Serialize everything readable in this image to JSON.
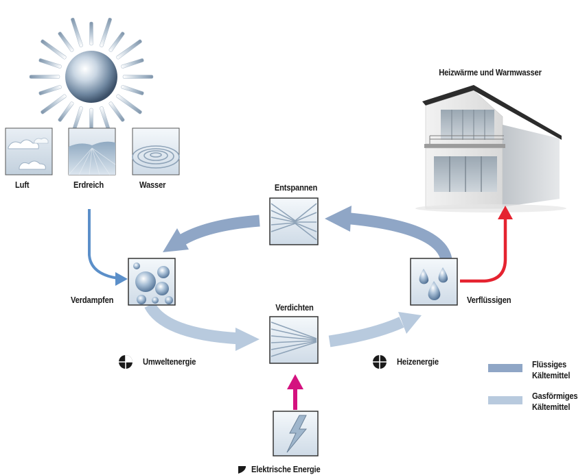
{
  "sources": {
    "luft": "Luft",
    "erdreich": "Erdreich",
    "wasser": "Wasser"
  },
  "house": {
    "title": "Heizwärme und Warmwasser"
  },
  "steps": {
    "entspannen": "Entspannen",
    "verdampfen": "Verdampfen",
    "verdichten": "Verdichten",
    "verfluessigen": "Verflüssigen"
  },
  "energy": {
    "umwelt": "Umweltenergie",
    "heiz": "Heizenergie",
    "elektrisch": "Elektrische Energie"
  },
  "legend": {
    "fluessig": [
      "Flüssiges",
      "Kältemittel"
    ],
    "gasfoermig": [
      "Gasförmiges",
      "Kältemittel"
    ]
  },
  "colors": {
    "liquid_refrigerant": "#8fa6c6",
    "gaseous_refrigerant": "#b8cade",
    "source_arrow": "#5b8fc9",
    "heat_arrow": "#e52330",
    "electric_arrow": "#d4127f"
  }
}
